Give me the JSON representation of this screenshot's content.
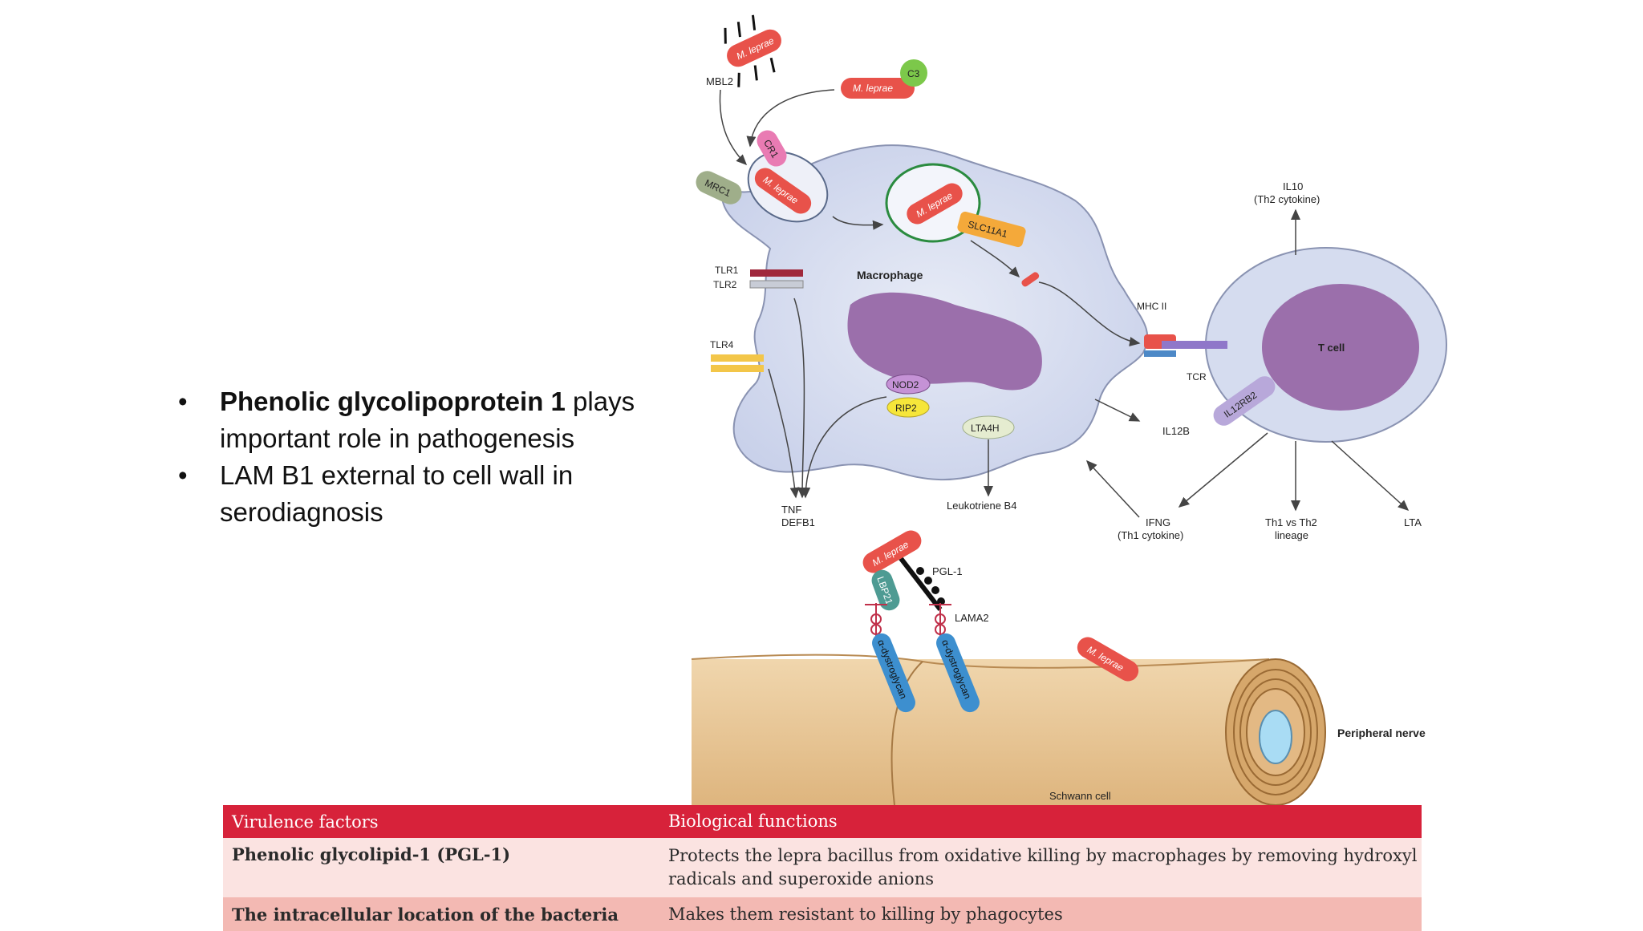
{
  "bullets": {
    "b1_bold": "Phenolic glycolipoprotein 1",
    "b1_rest": " plays important role in pathogenesis",
    "b2": "LAM B1 external to cell wall in serodiagnosis"
  },
  "diagram": {
    "mlep": "M. leprae",
    "mbl2": "MBL2",
    "c3": "C3",
    "cr1": "CR1",
    "mrc1": "MRC1",
    "slc": "SLC11A1",
    "tlr1": "TLR1",
    "tlr2": "TLR2",
    "tlr4": "TLR4",
    "macrophage": "Macrophage",
    "mhc": "MHC II",
    "tcr": "TCR",
    "tcell": "T cell",
    "il10": "IL10",
    "il10_sub": "(Th2 cytokine)",
    "il12rb2": "IL12RB2",
    "il12b": "IL12B",
    "nod2": "NOD2",
    "rip2": "RIP2",
    "lta4h": "LTA4H",
    "tnf": "TNF",
    "defb1": "DEFB1",
    "leuk": "Leukotriene B4",
    "ifng": "IFNG",
    "ifng_sub": "(Th1 cytokine)",
    "th1": "Th1 vs Th2",
    "th1_sub": "lineage",
    "lta": "LTA",
    "pgl1": "PGL-1",
    "lama2": "LAMA2",
    "lbp21": "LBP21",
    "adg": "α-dystroglycan",
    "nerve": "Peripheral nerve",
    "schwann": "Schwann cell"
  },
  "table": {
    "col1": "Virulence factors",
    "col2": "Biological functions",
    "rows": [
      {
        "factor": "Phenolic glycolipid-1 (PGL-1)",
        "function": "Protects the lepra bacillus from oxidative killing by macrophages by removing hydroxyl radicals and superoxide anions"
      },
      {
        "factor": "The intracellular location of the bacteria",
        "function": "Makes them resistant to killing by phagocytes"
      }
    ]
  },
  "colors": {
    "bacteria": "#e8524a",
    "macrophage": "#d5dcef",
    "nucleus": "#9b6fab",
    "nerve": "#e8c99a",
    "table_header": "#d7223a"
  }
}
